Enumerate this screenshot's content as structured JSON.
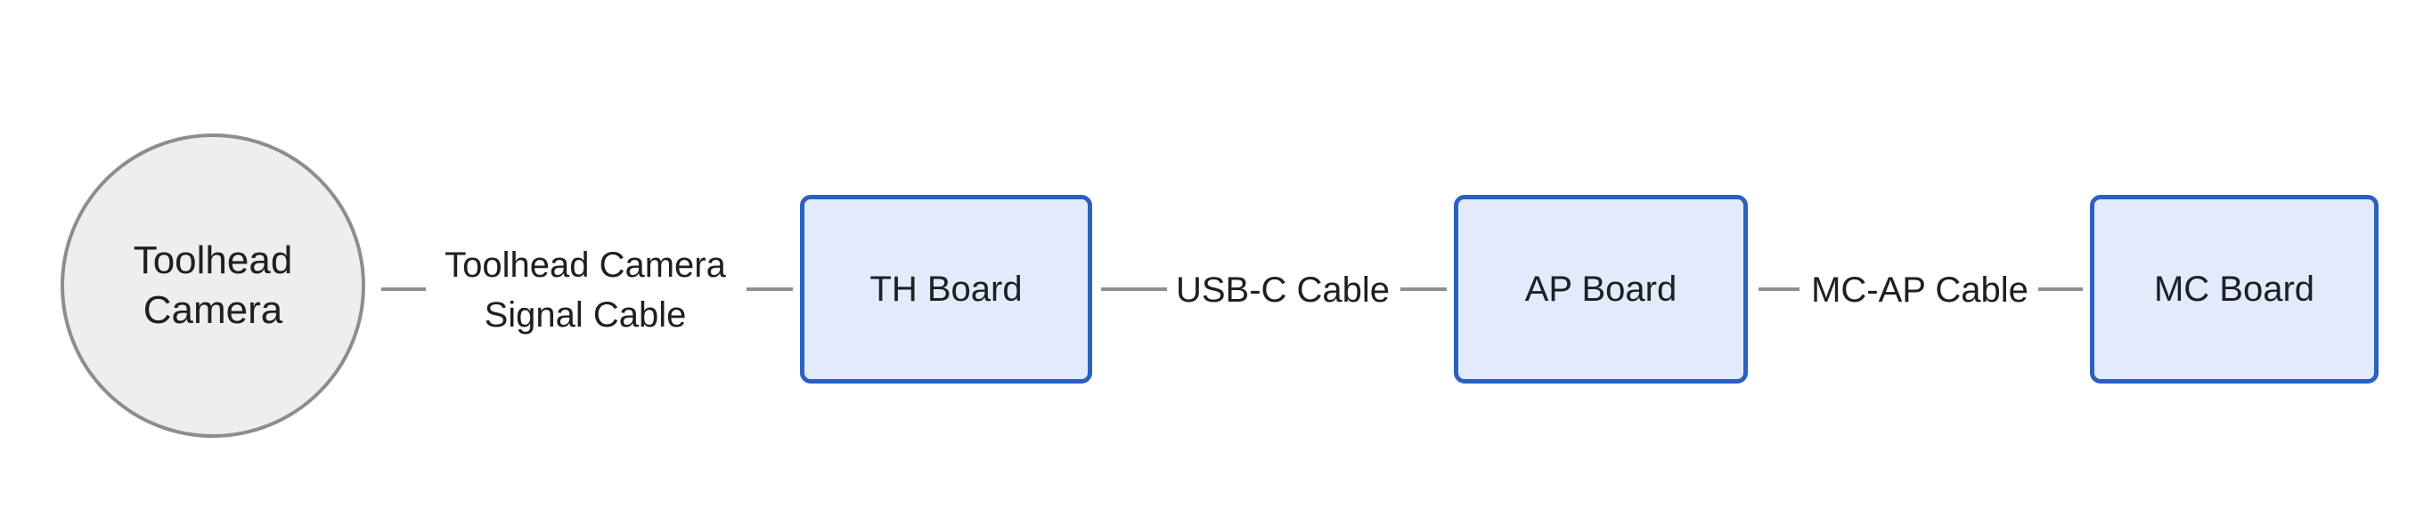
{
  "nodes": {
    "camera": "Toolhead\nCamera",
    "th_board": "TH Board",
    "ap_board": "AP Board",
    "mc_board": "MC Board"
  },
  "edges": {
    "camera_to_th": "Toolhead Camera\nSignal Cable",
    "th_to_ap": "USB-C Cable",
    "ap_to_mc": "MC-AP Cable"
  },
  "colors": {
    "box_fill": "#e1ebfb",
    "box_border": "#2a61bf",
    "circle_fill": "#eeeeef",
    "circle_border": "#8a8d92",
    "connector": "#8c8f94"
  }
}
